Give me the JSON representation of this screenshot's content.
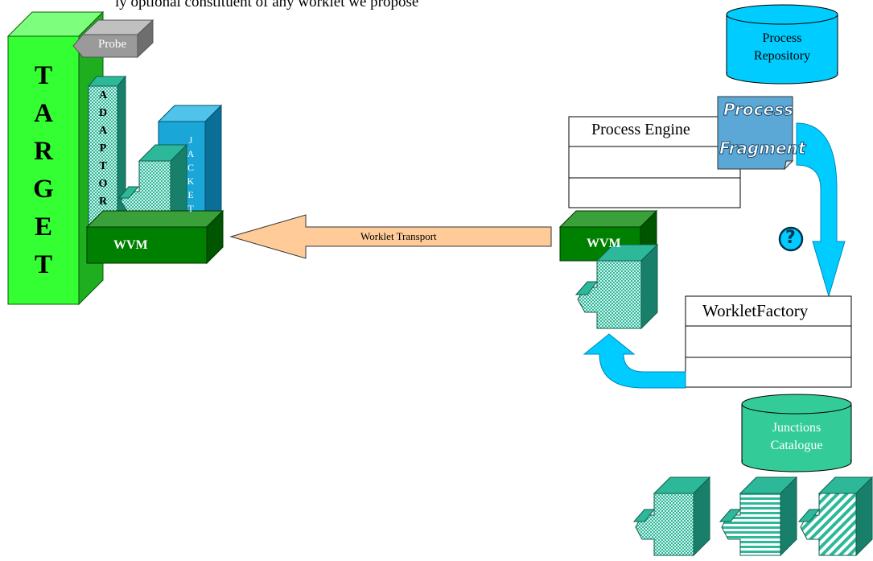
{
  "caption": "ly optional constituent of any worklet we propose",
  "target": {
    "letters": [
      "T",
      "A",
      "R",
      "G",
      "E",
      "T"
    ]
  },
  "probe": {
    "label": "Probe"
  },
  "adaptor": {
    "letters": [
      "A",
      "D",
      "A",
      "P",
      "T",
      "O",
      "R"
    ]
  },
  "jacket": {
    "letters": [
      "J",
      "A",
      "C",
      "K",
      "E",
      "T"
    ]
  },
  "wvm_left": {
    "label": "WVM"
  },
  "wvm_right": {
    "label": "WVM"
  },
  "transport": {
    "label": "Worklet Transport"
  },
  "process_repository": {
    "label_line1": "Process",
    "label_line2": "Repository"
  },
  "process_engine": {
    "label": "Process Engine"
  },
  "process_fragment": {
    "line1": "Process",
    "line2": "Fragment"
  },
  "question_icon": {
    "symbol": "?"
  },
  "worklet_factory": {
    "label": "WorkletFactory"
  },
  "junctions_catalogue": {
    "label_line1": "Junctions",
    "label_line2": "Catalogue"
  },
  "colors": {
    "target_green": "#33ff33",
    "target_dark": "#1fae1f",
    "wvm_green": "#008000",
    "wvm_dark": "#005500",
    "teal": "#2eb89a",
    "teal_dark": "#18806a",
    "jacket_blue": "#1aa6d6",
    "jacket_dark": "#0a6e96",
    "cyan": "#00ccff",
    "cyan_dark": "#0099cc",
    "probe_gray": "#9a9a9a",
    "transport_fill": "#ffcc99",
    "junction_green": "#33cc99",
    "fragment_blue": "#5ba8d6"
  }
}
